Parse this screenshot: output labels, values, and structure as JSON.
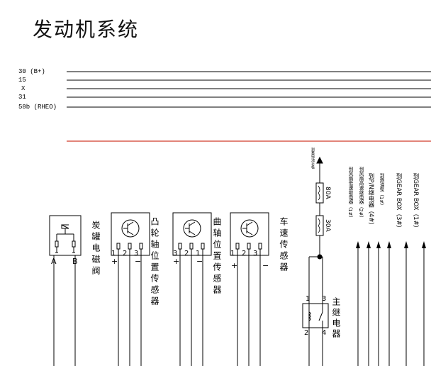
{
  "title": "发动机系统",
  "bus_lines": [
    {
      "label": "30 (B+)"
    },
    {
      "label": "15"
    },
    {
      "label": "X"
    },
    {
      "label": "31"
    },
    {
      "label": "58b (RHEO)"
    }
  ],
  "components": {
    "canister_valve": {
      "label": "炭罐电磁阀",
      "pins": [
        "A",
        "B"
      ]
    },
    "cam_sensor": {
      "label": "凸轮轴位置传感器",
      "pins": [
        "1",
        "2",
        "3"
      ],
      "polarity": [
        "+",
        "−"
      ]
    },
    "crank_sensor": {
      "label": "曲轴位置传感器",
      "pins": [
        "3",
        "2",
        "1"
      ],
      "polarity": [
        "+",
        "−"
      ]
    },
    "speed_sensor": {
      "label": "车速传感器",
      "pins": [
        "1",
        "2",
        "3"
      ],
      "polarity": [
        "+",
        "−"
      ]
    },
    "main_relay": {
      "label": "主继电器",
      "pins": [
        "1",
        "3",
        "2",
        "4"
      ]
    }
  },
  "fuses": [
    {
      "rating": "80A"
    },
    {
      "rating": "30A"
    }
  ],
  "right_labels": [
    "到风扇低速继电器（1#）",
    "到风扇高速继电器（2#）",
    "到P/N继电器（4#）",
    "到燃油泵（1#）",
    "到GEAR BOX（3#）",
    "到GEAR BOX（1#）"
  ],
  "power_label": "到蓄电池正极"
}
